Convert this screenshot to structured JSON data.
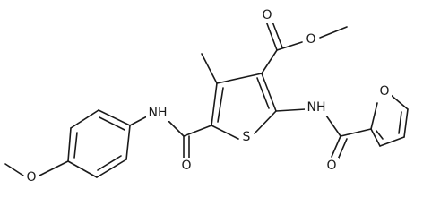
{
  "atom_labels": {
    "ester_carbonyl_o": "O",
    "ester_ether_o": "O",
    "thiophene_s": "S",
    "nh_furanamide": "NH",
    "nh_anilide": "NH",
    "amide_o_left": "O",
    "amide_o_furan": "O",
    "furan_o": "O",
    "methoxy_o": "O"
  }
}
